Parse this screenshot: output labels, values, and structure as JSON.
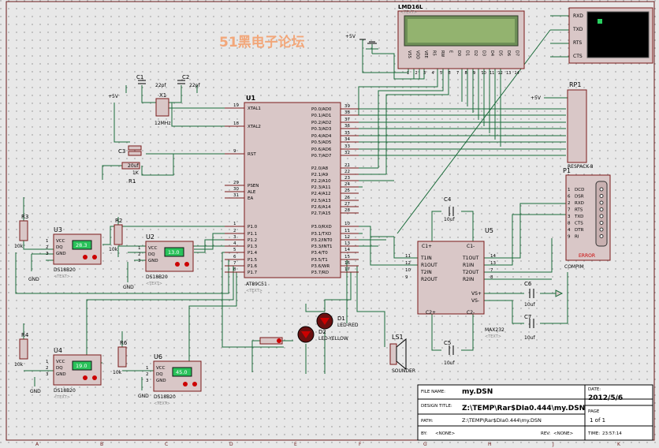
{
  "watermark": "51黑电子论坛",
  "title_block": {
    "file_name_label": "FILE NAME:",
    "file_name": "my.DSN",
    "date_label": "DATE:",
    "date": "2012/5/6",
    "design_title_label": "DESIGN TITLE:",
    "design_title": "Z:\\TEMP\\Rar$DIa0.444\\my.DSN",
    "path_label": "PATH:",
    "path": "Z:\\TEMP\\Rar$DIa0.444\\my.DSN",
    "page_label": "PAGE",
    "page": "1   of   1",
    "by_label": "BY:",
    "by": "<NONE>",
    "rev_label": "REV:",
    "rev": "<NONE>",
    "time_label": "TIME:",
    "time": "23:57:14"
  },
  "border_columns": [
    "A",
    "B",
    "C",
    "D",
    "E",
    "F",
    "G",
    "H",
    "J",
    "K"
  ],
  "text_placeholder": "<TEXT>",
  "lcd": {
    "ref": "LMD16L",
    "pins": [
      "VSS",
      "VDD",
      "VEE",
      "RS",
      "RW",
      "E",
      "D0",
      "D1",
      "D2",
      "D3",
      "D4",
      "D5",
      "D6",
      "D7"
    ],
    "pin_numbers": [
      "1",
      "2",
      "3",
      "4",
      "5",
      "6",
      "7",
      "8",
      "9",
      "10",
      "11",
      "12",
      "13",
      "14"
    ]
  },
  "terminal": {
    "pins": [
      "RXD",
      "TXD",
      "RTS",
      "CTS"
    ]
  },
  "mcu": {
    "ref": "U1",
    "part": "AT89C51",
    "left_pins": [
      {
        "num": "19",
        "name": "XTAL1"
      },
      {
        "num": "18",
        "name": "XTAL2"
      },
      {
        "num": "9",
        "name": "RST"
      },
      {
        "num": "29",
        "name": "PSEN"
      },
      {
        "num": "30",
        "name": "ALE"
      },
      {
        "num": "31",
        "name": "EA"
      },
      {
        "num": "1",
        "name": "P1.0"
      },
      {
        "num": "2",
        "name": "P1.1"
      },
      {
        "num": "3",
        "name": "P1.2"
      },
      {
        "num": "4",
        "name": "P1.3"
      },
      {
        "num": "5",
        "name": "P1.4"
      },
      {
        "num": "6",
        "name": "P1.5"
      },
      {
        "num": "7",
        "name": "P1.6"
      },
      {
        "num": "8",
        "name": "P1.7"
      }
    ],
    "right_pins": [
      {
        "num": "39",
        "name": "P0.0/AD0"
      },
      {
        "num": "38",
        "name": "P0.1/AD1"
      },
      {
        "num": "37",
        "name": "P0.2/AD2"
      },
      {
        "num": "36",
        "name": "P0.3/AD3"
      },
      {
        "num": "35",
        "name": "P0.4/AD4"
      },
      {
        "num": "34",
        "name": "P0.5/AD5"
      },
      {
        "num": "33",
        "name": "P0.6/AD6"
      },
      {
        "num": "32",
        "name": "P0.7/AD7"
      },
      {
        "num": "21",
        "name": "P2.0/A8"
      },
      {
        "num": "22",
        "name": "P2.1/A9"
      },
      {
        "num": "23",
        "name": "P2.2/A10"
      },
      {
        "num": "24",
        "name": "P2.3/A11"
      },
      {
        "num": "25",
        "name": "P2.4/A12"
      },
      {
        "num": "26",
        "name": "P2.5/A13"
      },
      {
        "num": "27",
        "name": "P2.6/A14"
      },
      {
        "num": "28",
        "name": "P2.7/A15"
      },
      {
        "num": "10",
        "name": "P3.0/RXD"
      },
      {
        "num": "11",
        "name": "P3.1/TXD"
      },
      {
        "num": "12",
        "name": "P3.2/INT0"
      },
      {
        "num": "13",
        "name": "P3.3/INT1"
      },
      {
        "num": "14",
        "name": "P3.4/T0"
      },
      {
        "num": "15",
        "name": "P3.5/T1"
      },
      {
        "num": "16",
        "name": "P3.6/WR"
      },
      {
        "num": "17",
        "name": "P3.7/RD"
      }
    ]
  },
  "max232": {
    "ref": "U5",
    "part": "MAX232",
    "left_pins": [
      {
        "num": "11",
        "name": "T1IN"
      },
      {
        "num": "12",
        "name": "R1OUT"
      },
      {
        "num": "10",
        "name": "T2IN"
      },
      {
        "num": "9",
        "name": "R2OUT"
      }
    ],
    "right_pins": [
      {
        "num": "14",
        "name": "T1OUT"
      },
      {
        "num": "13",
        "name": "R1IN"
      },
      {
        "num": "7",
        "name": "T2OUT"
      },
      {
        "num": "8",
        "name": "R2IN"
      }
    ],
    "cap_pins": {
      "c1p": "C1+",
      "c1m": "C1-",
      "c2p": "C2+",
      "c2m": "C2-",
      "vp": "VS+",
      "vm": "VS-"
    }
  },
  "rpack": {
    "ref": "RP1",
    "part": "RESPACK-8"
  },
  "compim": {
    "ref": "P1",
    "part": "COMPIM",
    "pins": [
      "DCD",
      "DSR",
      "RXD",
      "RTS",
      "TXD",
      "CTS",
      "DTR",
      "RI"
    ],
    "pin_numbers": [
      "1",
      "6",
      "2",
      "7",
      "3",
      "8",
      "4",
      "9"
    ],
    "error": "ERROR"
  },
  "sensors": [
    {
      "ref": "U3",
      "part": "DS18B20",
      "value": "28.3"
    },
    {
      "ref": "U2",
      "part": "DS18B20",
      "value": "13.0"
    },
    {
      "ref": "U4",
      "part": "DS18B20",
      "value": "19.0"
    },
    {
      "ref": "U6",
      "part": "DS18B20",
      "value": "45.0"
    }
  ],
  "sensor_pins": [
    "VCC",
    "DQ",
    "GND"
  ],
  "parts": {
    "c1": "C1",
    "c1_val": "22pf",
    "c2": "C2",
    "c2_val": "22pf",
    "x1": "X1",
    "x1_val": "12MHz",
    "c3": "C3",
    "c3_val": "20uf",
    "r1": "R1",
    "r1_val": "1K",
    "r2": "R2",
    "r3": "R3",
    "r4": "R4",
    "r6": "R6",
    "r_val": "10k",
    "c4": "C4",
    "c4_val": "10uf",
    "c5": "C5",
    "c5_val": "10uf",
    "c6": "C6",
    "c6_val": "10uf",
    "c7": "C7",
    "c7_val": "10uf",
    "d1": "D1",
    "d1_part": "LED-RED",
    "d2": "D2",
    "d2_part": "LED-YELLOW",
    "ls1": "LS1",
    "ls1_part": "SOUNDER",
    "vcc": "+5V",
    "gnd": "GND"
  }
}
